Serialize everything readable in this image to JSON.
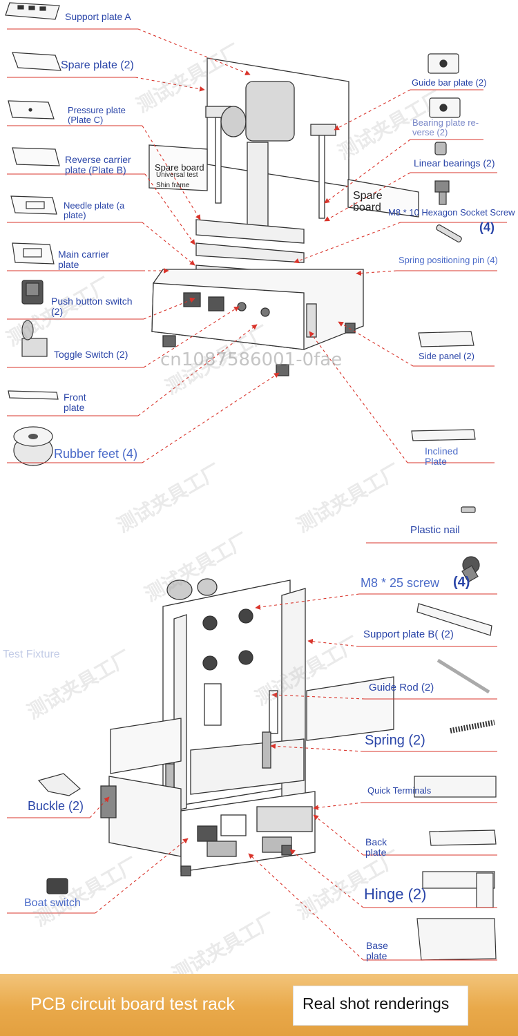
{
  "labels": {
    "support_plate_a": "Support plate A",
    "spare_plate": "Spare plate (2)",
    "pressure_plate": "Pressure plate (Plate C)",
    "reverse_carrier": "Reverse carrier plate (Plate B)",
    "needle_plate": "Needle plate (a plate)",
    "main_carrier": "Main carrier plate",
    "push_button": "Push button switch (2)",
    "toggle_switch": "Toggle Switch (2)",
    "front_plate": "Front plate",
    "rubber_feet": "Rubber feet (4)",
    "guide_bar_plate": "Guide bar plate (2)",
    "bearing_plate": "Bearing plate re-verse (2)",
    "linear_bearings": "Linear bearings (2)",
    "hex_screw": "M8 * 10 Hexagon Socket Screw",
    "hex_screw_count": "(4)",
    "spring_pin": "Spring positioning pin (4)",
    "side_panel": "Side panel (2)",
    "inclined_plate": "Inclined Plate",
    "plastic_nail": "Plastic nail",
    "m8_25_screw": "M8 * 25 screw",
    "m8_25_count": "(4)",
    "support_plate_b": "Support plate B( (2)",
    "guide_rod": "Guide Rod (2)",
    "spring": "Spring (2)",
    "quick_terminals": "Quick Terminals",
    "back_plate": "Back plate",
    "hinge": "Hinge (2)",
    "base_plate": "Base plate",
    "buckle": "Buckle (2)",
    "boat_switch": "Boat switch"
  },
  "inline": {
    "spare_board_left": "Spare board",
    "universal_test": "Universal test",
    "shin_frame": "Shin frame",
    "spare_board_right": "Spare board",
    "test_fixture": "Test Fixture",
    "watermark_url": "cn1087586001-0fae"
  },
  "watermark_text": "测试夹具工厂",
  "footer": {
    "left": "PCB circuit board test rack",
    "right": "Real shot renderings"
  },
  "colors": {
    "label_blue": "#2a45a8",
    "leader_red": "#d9342b",
    "footer_orange": "#e9a94a"
  }
}
